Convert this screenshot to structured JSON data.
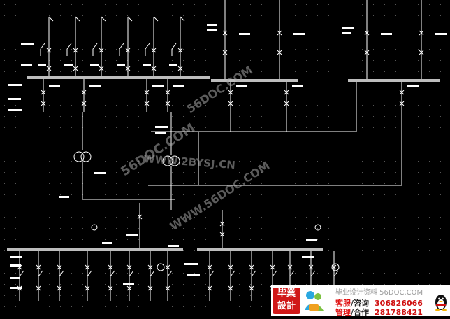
{
  "diagram": {
    "grid_color": "#555555",
    "line_color": "#ffffff",
    "busbar_color": "#bdbdbd",
    "watermarks": {
      "wm1": "56DOC.COM",
      "wm2": "WWW.2BYSJ.CN",
      "wm3": "56DOC.COM",
      "wm4": "WWW.56DOC.COM"
    }
  },
  "footer": {
    "logo_line1": "毕業",
    "logo_line2": "設計",
    "site_text": "毕业设计资料 56DOC.COM",
    "row1_red": "客服",
    "row1_sep": "/咨询",
    "row1_qq": "306826066",
    "row2_red": "管理",
    "row2_sep": "/合作",
    "row2_qq": "281788421",
    "icons": {
      "people": "qq-group-icon",
      "penguin": "qq-penguin-icon"
    }
  }
}
